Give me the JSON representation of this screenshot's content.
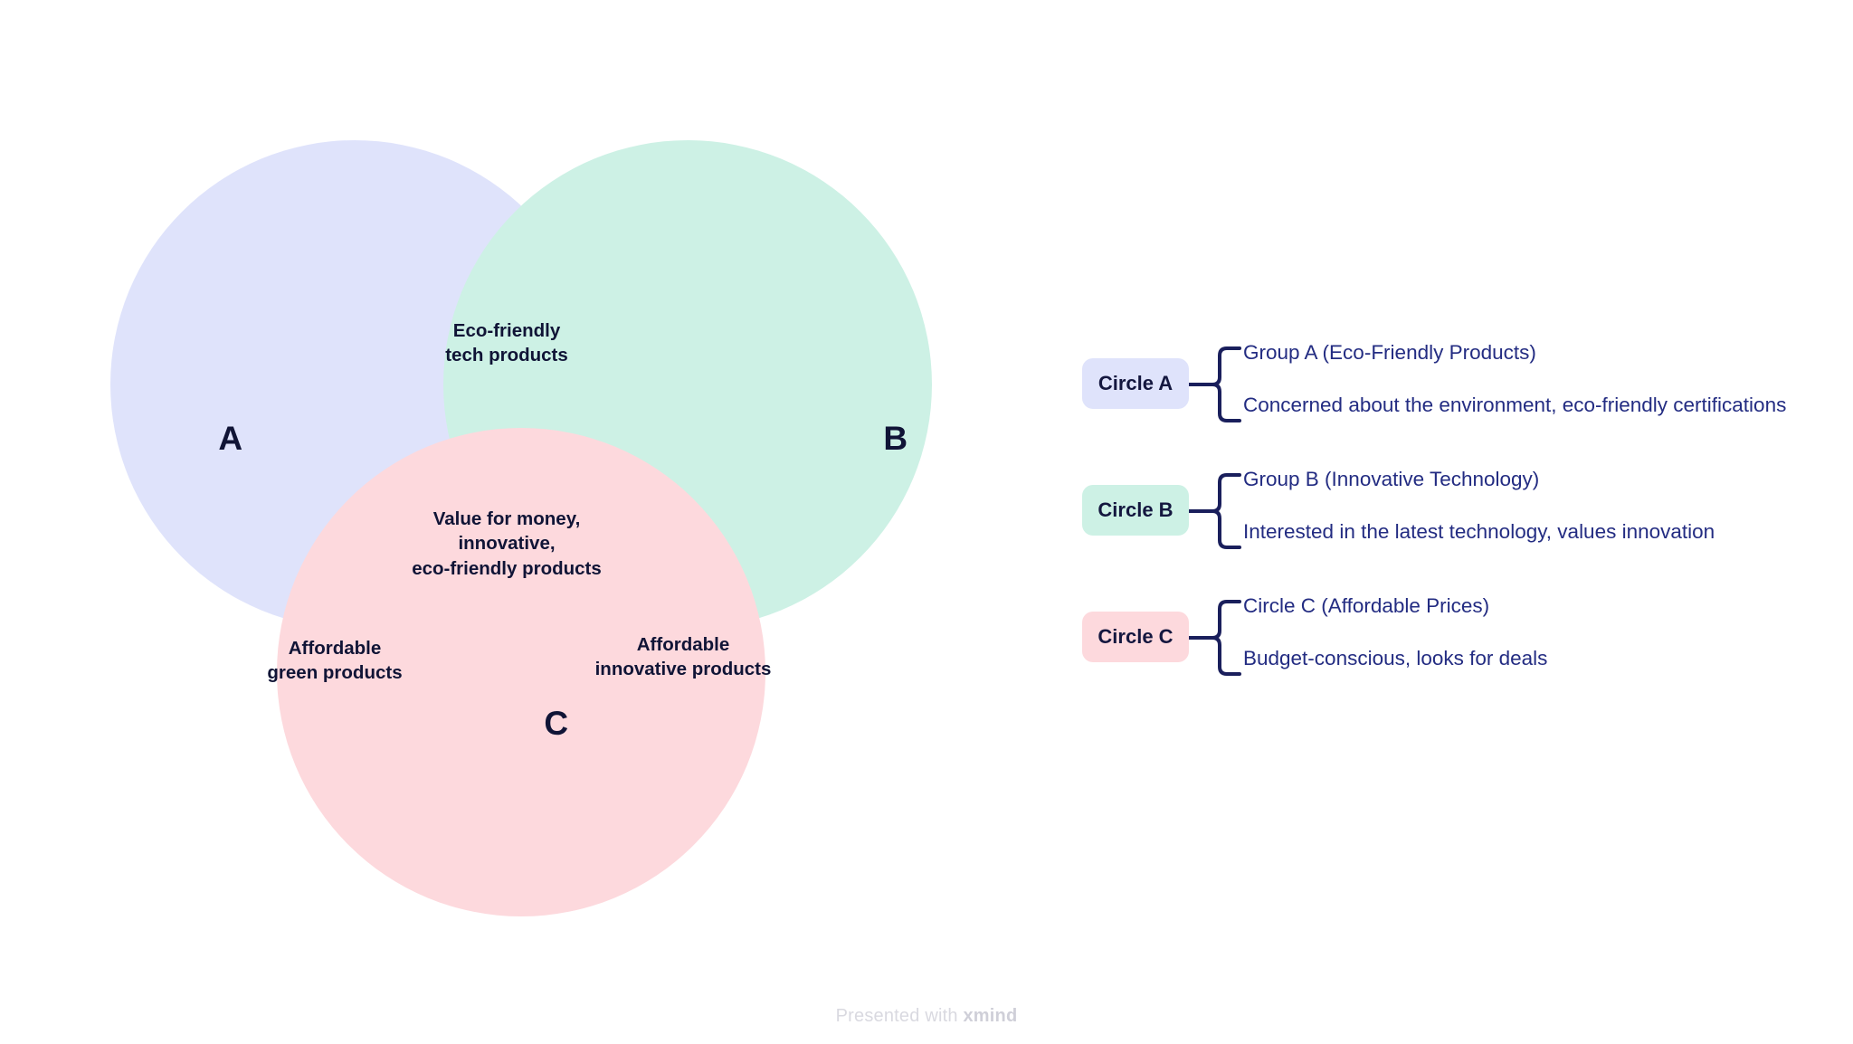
{
  "diagram": {
    "type": "venn",
    "sets": [
      {
        "id": "A",
        "letter": "A",
        "color": "#dfe3fb"
      },
      {
        "id": "B",
        "letter": "B",
        "color": "#cdf1e5"
      },
      {
        "id": "C",
        "letter": "C",
        "color": "#fdd9dd"
      }
    ],
    "regions": {
      "ab": {
        "line1": "Eco-friendly",
        "line2": "tech products",
        "color": "#b4dbe6"
      },
      "ac": {
        "line1": "Affordable",
        "line2": "green products",
        "color": "#ddc3dc"
      },
      "bc": {
        "line1": "Affordable",
        "line2": "innovative products",
        "color": "#d6cec2"
      },
      "abc": {
        "line1": "Value for money,",
        "line2": "innovative,",
        "line3": "eco-friendly products",
        "color": "#b3b0bd"
      }
    }
  },
  "legend": {
    "items": [
      {
        "badge": "Circle A",
        "badge_color": "#dfe3fb",
        "title": "Group A (Eco-Friendly Products)",
        "detail": "Concerned about the environment, eco-friendly certifications"
      },
      {
        "badge": "Circle B",
        "badge_color": "#cdf1e5",
        "title": "Group B (Innovative Technology)",
        "detail": "Interested in the latest technology, values innovation"
      },
      {
        "badge": "Circle C",
        "badge_color": "#fdd9dd",
        "title": "Circle C (Affordable Prices)",
        "detail": "Budget-conscious, looks for deals"
      }
    ]
  },
  "footer": {
    "prefix": "Presented with ",
    "brand": "xmind"
  }
}
